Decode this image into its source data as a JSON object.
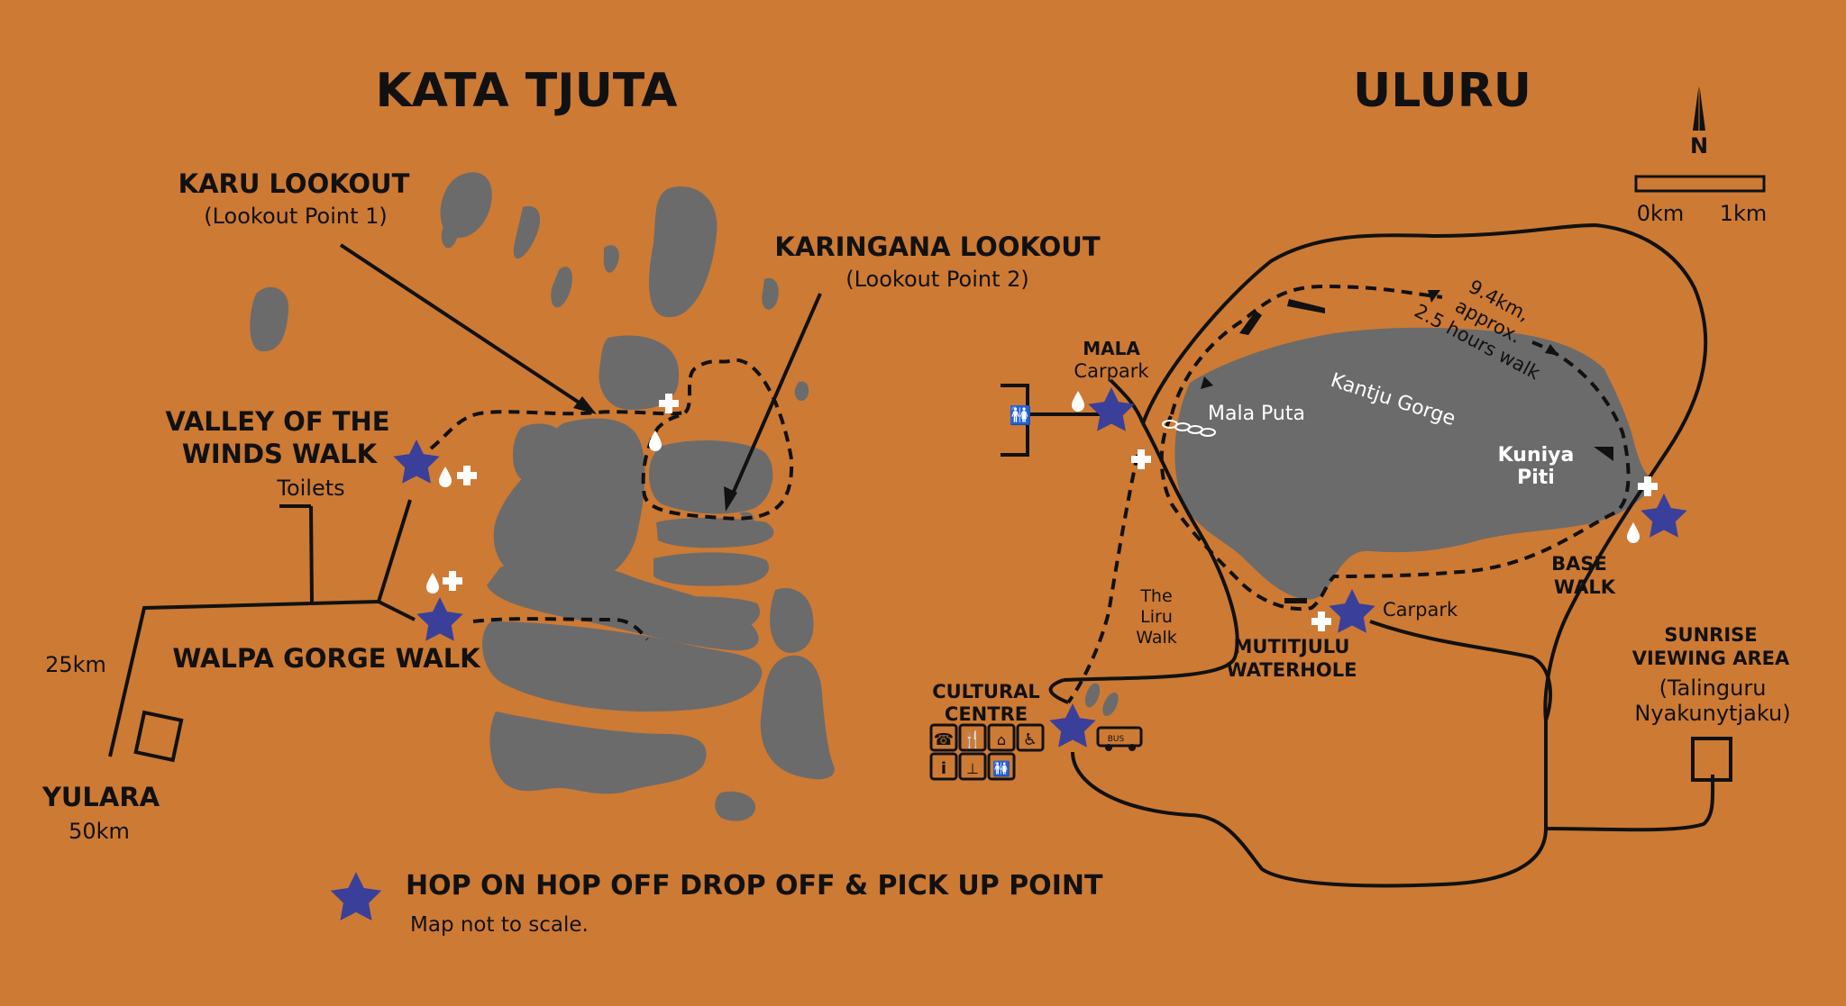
{
  "titles": {
    "kata_tjuta": "KATA TJUTA",
    "uluru": "ULURU"
  },
  "kata_tjuta": {
    "karu_lookout": {
      "name": "KARU LOOKOUT",
      "sub": "(Lookout Point 1)"
    },
    "karingana_lookout": {
      "name": "KARINGANA LOOKOUT",
      "sub": "(Lookout Point 2)"
    },
    "valley_walk": {
      "line1": "VALLEY OF THE",
      "line2": "WINDS WALK"
    },
    "toilets": "Toilets",
    "walpa": "WALPA GORGE WALK",
    "distance_25": "25km",
    "yulara": "YULARA",
    "distance_50": "50km"
  },
  "uluru": {
    "mala": {
      "name": "MALA",
      "sub": "Carpark"
    },
    "kantju_gorge": "Kantju Gorge",
    "mala_puta": "Mala Puta",
    "base_walk_info": [
      "9.4km,",
      "approx.",
      "2.5 hours walk"
    ],
    "kuniya_piti": [
      "Kuniya",
      "Piti"
    ],
    "base_walk": [
      "BASE",
      "WALK"
    ],
    "liru_walk": [
      "The",
      "Liru",
      "Walk"
    ],
    "mutitjulu": [
      "MUTITJULU",
      "WATERHOLE"
    ],
    "carpark": "Carpark",
    "cultural_centre": [
      "CULTURAL",
      "CENTRE"
    ],
    "sunrise": {
      "line1": "SUNRISE",
      "line2": "VIEWING AREA",
      "line3": "(Talinguru",
      "line4": "Nyakunytjaku)"
    },
    "bus_label": "BUS"
  },
  "scale": {
    "min": "0km",
    "max": "1km"
  },
  "north": "N",
  "legend": {
    "hop_label": "HOP ON HOP OFF DROP OFF & PICK UP POINT",
    "note": "Map not to scale."
  },
  "colors": {
    "background": "#cd7a34",
    "rock": "#6b6b6b",
    "star": "#3a3f9a",
    "ink": "#111111"
  },
  "icons": [
    "star-icon",
    "water-drop-icon",
    "first-aid-icon",
    "toilet-icon",
    "phone-icon",
    "food-icon",
    "picnic-icon",
    "wheelchair-icon",
    "info-icon",
    "water-tap-icon",
    "bus-icon",
    "north-arrow-icon",
    "chain-icon"
  ]
}
